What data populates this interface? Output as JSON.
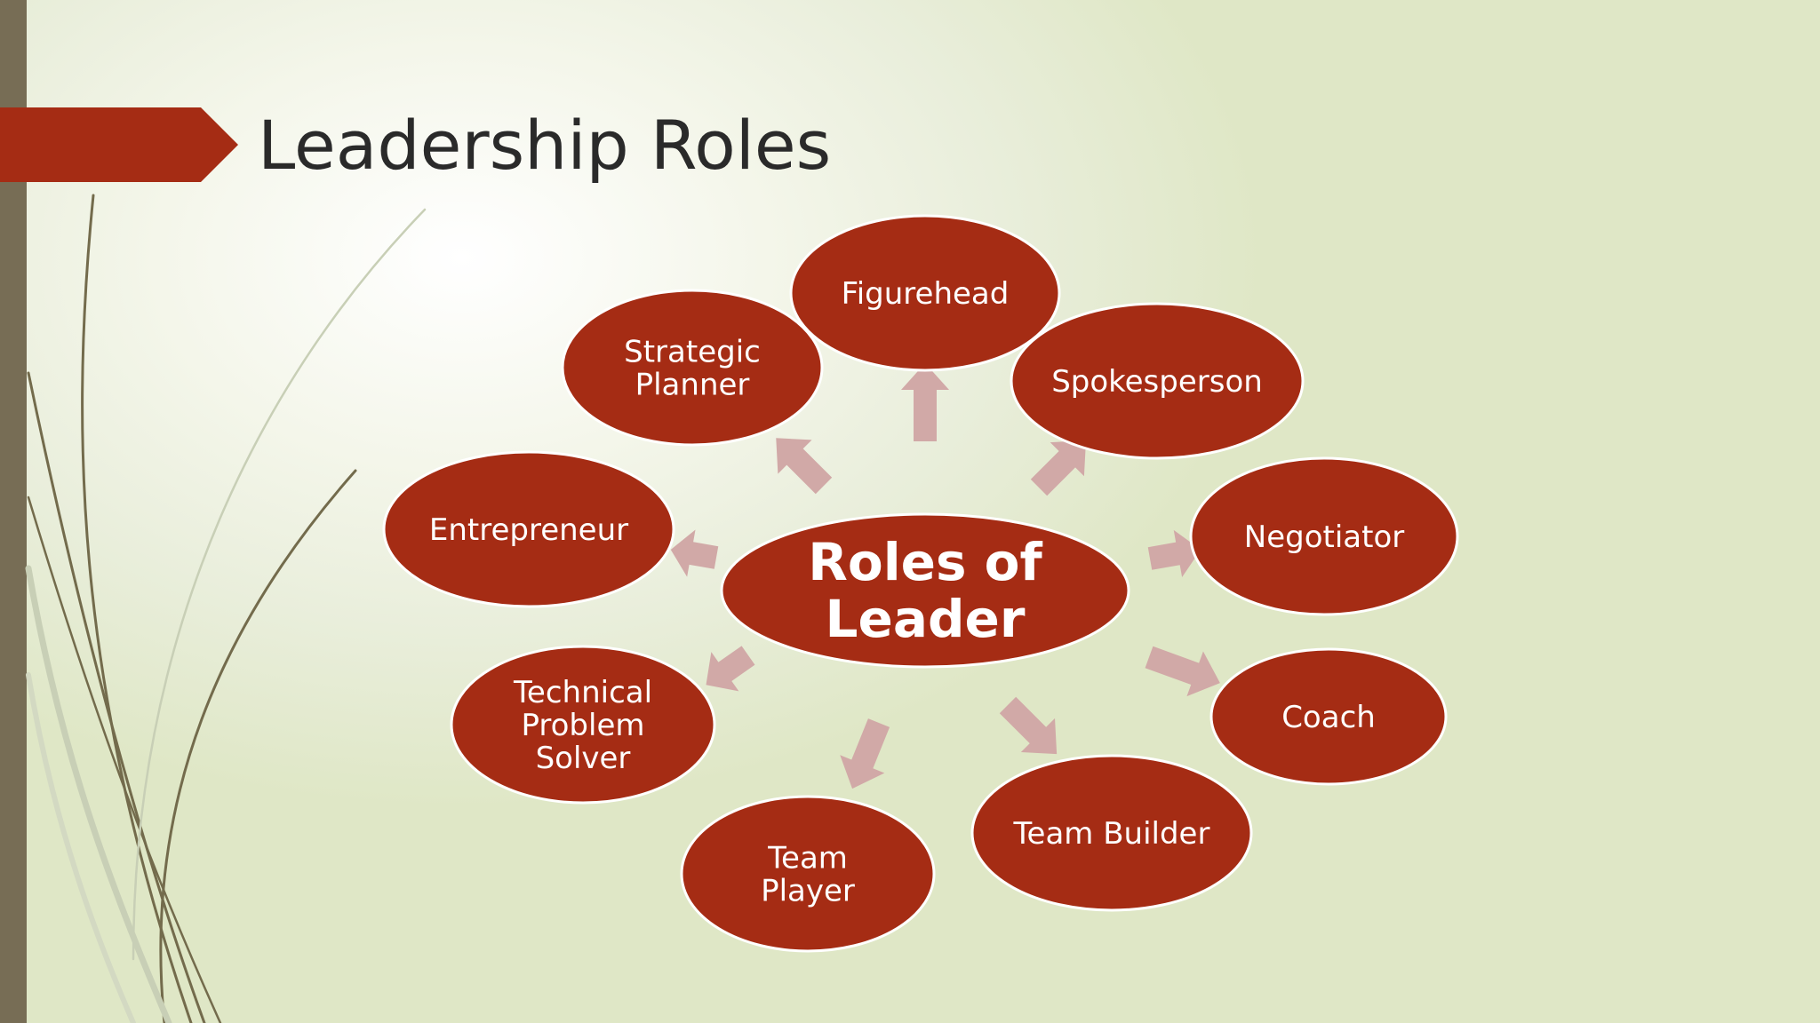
{
  "slide": {
    "title": "Leadership Roles"
  },
  "diagram": {
    "center": {
      "lines": [
        "Roles of",
        "Leader"
      ]
    },
    "nodes": [
      {
        "id": "figurehead",
        "lines": [
          "Figurehead"
        ]
      },
      {
        "id": "spokesperson",
        "lines": [
          "Spokesperson"
        ]
      },
      {
        "id": "negotiator",
        "lines": [
          "Negotiator"
        ]
      },
      {
        "id": "coach",
        "lines": [
          "Coach"
        ]
      },
      {
        "id": "team-builder",
        "lines": [
          "Team Builder"
        ]
      },
      {
        "id": "team-player",
        "lines": [
          "Team",
          "Player"
        ]
      },
      {
        "id": "technical-problem-solver",
        "lines": [
          "Technical",
          "Problem",
          "Solver"
        ]
      },
      {
        "id": "entrepreneur",
        "lines": [
          "Entrepreneur"
        ]
      },
      {
        "id": "strategic-planner",
        "lines": [
          "Strategic",
          "Planner"
        ]
      }
    ]
  },
  "colors": {
    "accent": "#a52c14",
    "bar": "#776d55",
    "arrow": "#d1a9a7",
    "curves": "#736b4c"
  }
}
